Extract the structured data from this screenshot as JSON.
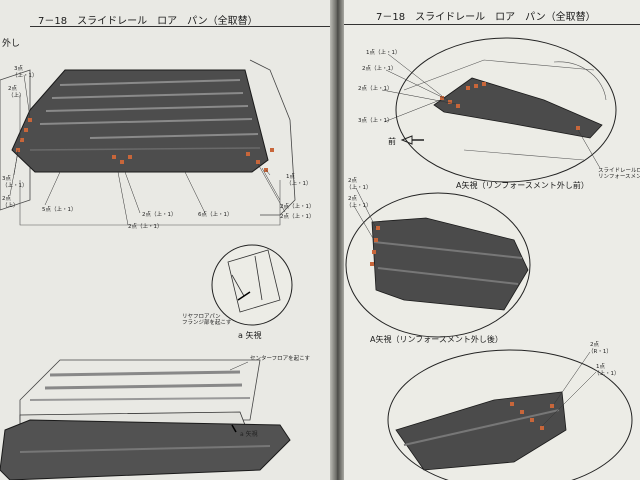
{
  "header": {
    "left_title": "7－18　スライドレール　ロア　パン（全取替）",
    "right_title": "7－18　スライドレール　ロア　パン（全取替）",
    "left_section": "外し"
  },
  "left_page": {
    "callouts": {
      "c1": "3点",
      "c1b": "（上・1）",
      "c2": "2点",
      "c2b": "（上）",
      "c3": "3点",
      "c3b": "（上・1）",
      "c4": "2点",
      "c4b": "（上）",
      "c5": "5点（上・1）",
      "c6": "2点（上・1）",
      "c7": "6点（上・1）",
      "c8": "2点（上・1）",
      "c9": "1点",
      "c9b": "（上・1）",
      "c10": "2点（上・1）",
      "c11": "2点（上・1）"
    },
    "detail_a_note": "リヤフロアパン\nフランジ部を起こす",
    "detail_a_caption": "a 矢視",
    "center_floor_note": "センターフロアを起こす",
    "a_arrow_label": "a 矢視"
  },
  "right_page": {
    "callouts": {
      "r1": "1点（上・1）",
      "r2": "2点（上・1）",
      "r3": "2点（上・1）",
      "r4": "3点（上・1）",
      "r5": "2点",
      "r5b": "（上・1）",
      "r6": "2点",
      "r6b": "（上・1）",
      "r7": "2点",
      "r7b": "（R・1）",
      "r8": "1点",
      "r8b": "（上・1）"
    },
    "front_label": "前",
    "reinforcement_note": "スライドレールロア\nリンフォースメント",
    "caption_a_before": "A矢視（リンフォースメント外し前）",
    "caption_a_after": "A矢視（リンフォースメント外し後）"
  },
  "colors": {
    "page": "#e9e9e4",
    "panel_dark": "#4a4a4a",
    "spot_weld": "#c8663a",
    "line": "#222222"
  }
}
